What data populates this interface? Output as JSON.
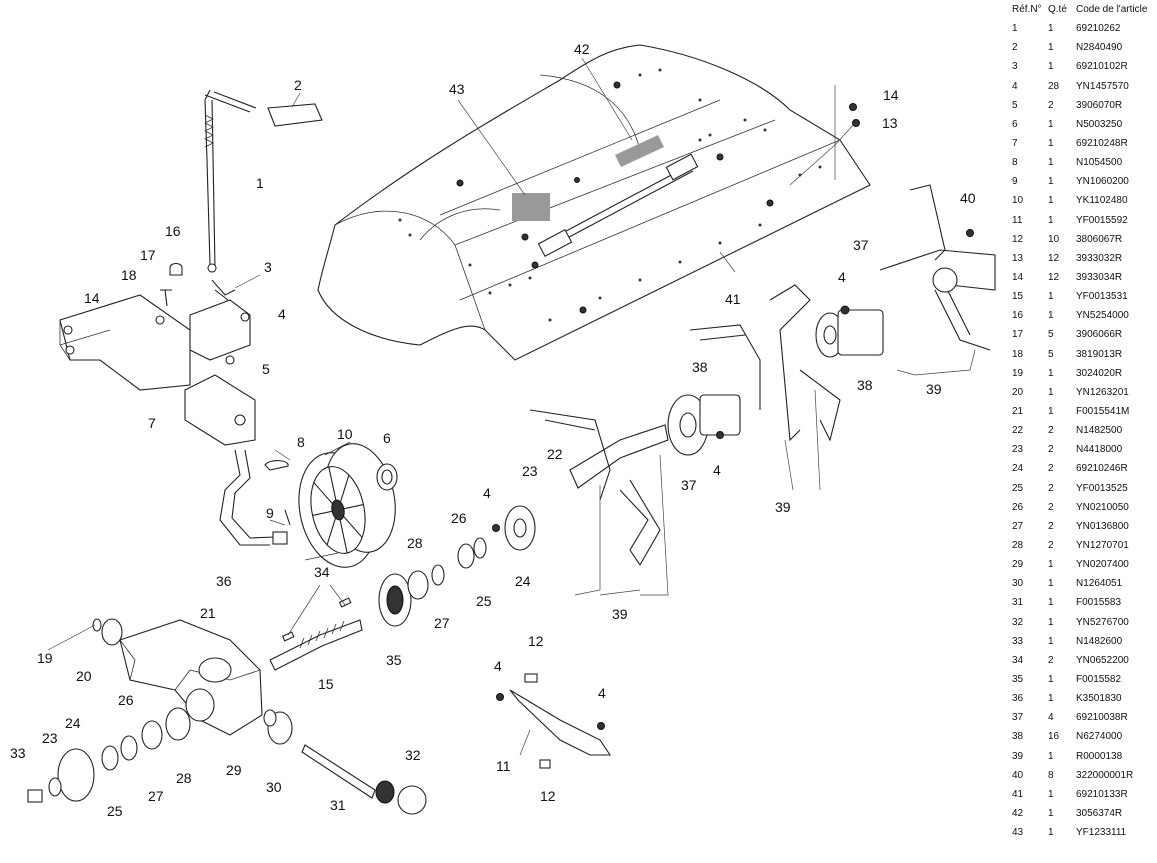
{
  "table": {
    "headers": [
      "Réf.N°",
      "Q.té",
      "Code de l'article"
    ],
    "rows": [
      [
        "1",
        "1",
        "69210262"
      ],
      [
        "2",
        "1",
        "N2840490"
      ],
      [
        "3",
        "1",
        "69210102R"
      ],
      [
        "4",
        "28",
        "YN1457570"
      ],
      [
        "5",
        "2",
        "3906070R"
      ],
      [
        "6",
        "1",
        "N5003250"
      ],
      [
        "7",
        "1",
        "69210248R"
      ],
      [
        "8",
        "1",
        "N1054500"
      ],
      [
        "9",
        "1",
        "YN1060200"
      ],
      [
        "10",
        "1",
        "YK1102480"
      ],
      [
        "11",
        "1",
        "YF0015592"
      ],
      [
        "12",
        "10",
        "3806067R"
      ],
      [
        "13",
        "12",
        "3933032R"
      ],
      [
        "14",
        "12",
        "3933034R"
      ],
      [
        "15",
        "1",
        "YF0013531"
      ],
      [
        "16",
        "1",
        "YN5254000"
      ],
      [
        "17",
        "5",
        "3906066R"
      ],
      [
        "18",
        "5",
        "3819013R"
      ],
      [
        "19",
        "1",
        "3024020R"
      ],
      [
        "20",
        "1",
        "YN1263201"
      ],
      [
        "21",
        "1",
        "F0015541M"
      ],
      [
        "22",
        "2",
        "N1482500"
      ],
      [
        "23",
        "2",
        "N4418000"
      ],
      [
        "24",
        "2",
        "69210246R"
      ],
      [
        "25",
        "2",
        "YF0013525"
      ],
      [
        "26",
        "2",
        "YN0210050"
      ],
      [
        "27",
        "2",
        "YN0136800"
      ],
      [
        "28",
        "2",
        "YN1270701"
      ],
      [
        "29",
        "1",
        "YN0207400"
      ],
      [
        "30",
        "1",
        "N1264051"
      ],
      [
        "31",
        "1",
        "F0015583"
      ],
      [
        "32",
        "1",
        "YN5276700"
      ],
      [
        "33",
        "1",
        "N1482600"
      ],
      [
        "34",
        "2",
        "YN0652200"
      ],
      [
        "35",
        "1",
        "F0015582"
      ],
      [
        "36",
        "1",
        "K3501830"
      ],
      [
        "37",
        "4",
        "69210038R"
      ],
      [
        "38",
        "16",
        "N6274000"
      ],
      [
        "39",
        "1",
        "R0000138"
      ],
      [
        "40",
        "8",
        "322000001R"
      ],
      [
        "41",
        "1",
        "69210133R"
      ],
      [
        "42",
        "1",
        "3056374R"
      ],
      [
        "43",
        "1",
        "YF1233111"
      ]
    ]
  },
  "callouts": [
    "1",
    "2",
    "3",
    "4",
    "5",
    "6",
    "7",
    "8",
    "9",
    "10",
    "11",
    "12",
    "13",
    "14",
    "15",
    "16",
    "17",
    "18",
    "19",
    "20",
    "21",
    "22",
    "23",
    "24",
    "25",
    "26",
    "27",
    "28",
    "29",
    "30",
    "31",
    "32",
    "33",
    "34",
    "35",
    "36",
    "37",
    "38",
    "39",
    "40",
    "41",
    "42",
    "43"
  ]
}
